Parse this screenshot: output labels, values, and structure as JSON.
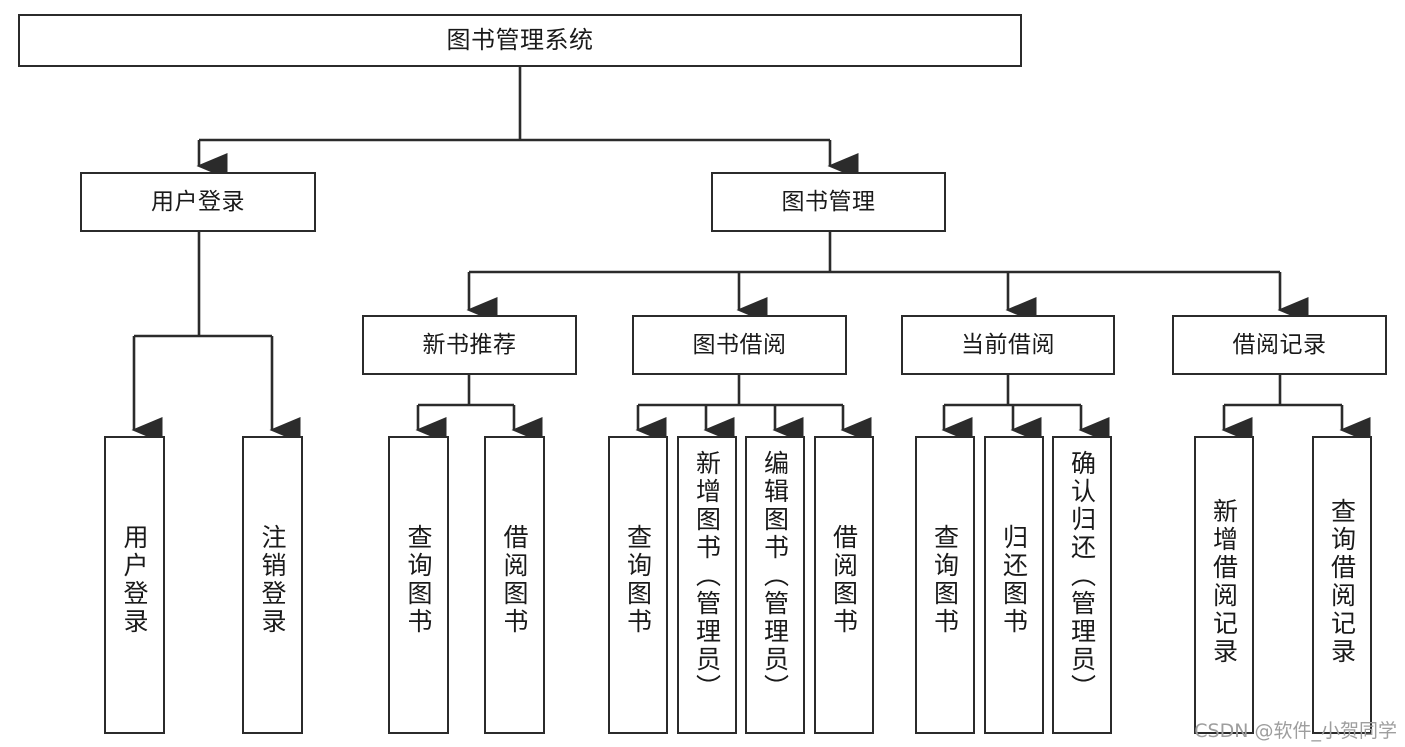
{
  "diagram": {
    "type": "hierarchy-tree",
    "title": "图书管理系统",
    "watermark": "CSDN @软件_小贺同学",
    "colors": {
      "stroke": "#2b2b2b",
      "fill": "#ffffff",
      "text": "#1a1a1a",
      "watermark": "#9e9e9e"
    },
    "nodes": {
      "root": {
        "label": "图书管理系统"
      },
      "level2": [
        {
          "id": "user-login",
          "label": "用户登录"
        },
        {
          "id": "book-management",
          "label": "图书管理"
        }
      ],
      "level3": [
        {
          "id": "new-book-recommend",
          "label": "新书推荐"
        },
        {
          "id": "book-borrow",
          "label": "图书借阅"
        },
        {
          "id": "current-borrow",
          "label": "当前借阅"
        },
        {
          "id": "borrow-record",
          "label": "借阅记录"
        }
      ],
      "leaves": {
        "user-login": [
          {
            "id": "leaf-user-login",
            "label": "用户登录"
          },
          {
            "id": "leaf-user-logout",
            "label": "注销登录"
          }
        ],
        "new-book-recommend": [
          {
            "id": "leaf-query-book-1",
            "label": "查询图书"
          },
          {
            "id": "leaf-borrow-book-1",
            "label": "借阅图书"
          }
        ],
        "book-borrow": [
          {
            "id": "leaf-query-book-2",
            "label": "查询图书"
          },
          {
            "id": "leaf-add-book",
            "label": "新增图书（管理员）"
          },
          {
            "id": "leaf-edit-book",
            "label": "编辑图书（管理员）"
          },
          {
            "id": "leaf-borrow-book-2",
            "label": "借阅图书"
          }
        ],
        "current-borrow": [
          {
            "id": "leaf-query-book-3",
            "label": "查询图书"
          },
          {
            "id": "leaf-return-book",
            "label": "归还图书"
          },
          {
            "id": "leaf-confirm-return",
            "label": "确认归还（管理员）"
          }
        ],
        "borrow-record": [
          {
            "id": "leaf-add-record",
            "label": "新增借阅记录"
          },
          {
            "id": "leaf-query-record",
            "label": "查询借阅记录"
          }
        ]
      }
    }
  }
}
